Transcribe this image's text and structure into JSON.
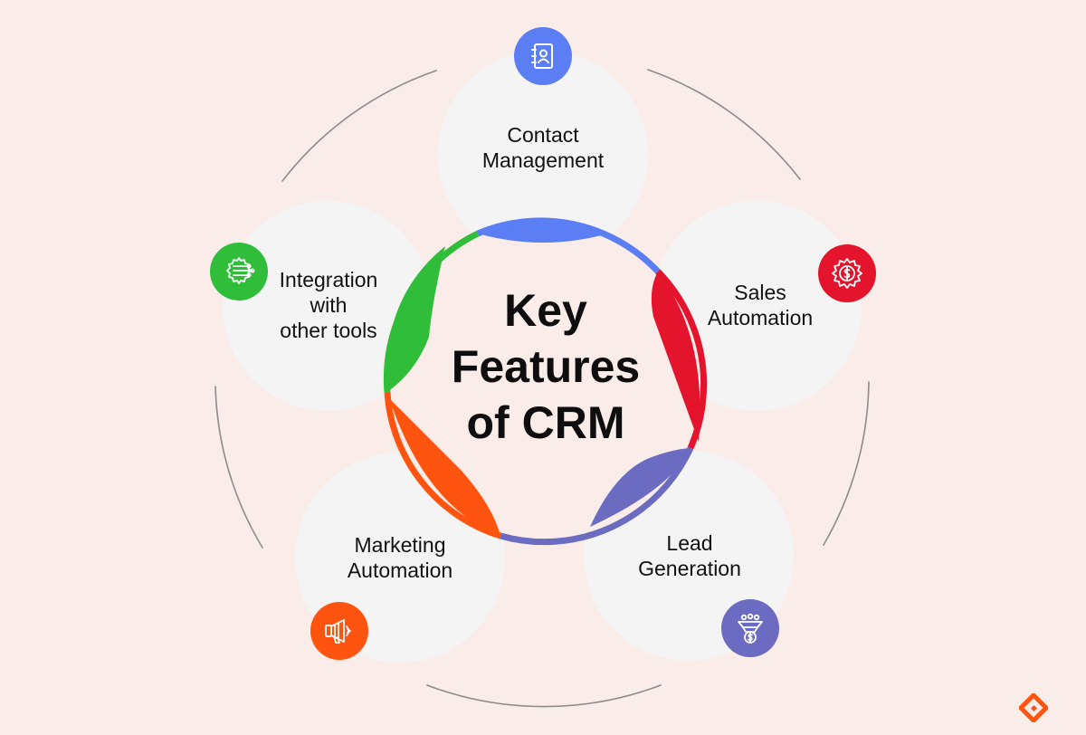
{
  "title": {
    "lines": [
      "Key",
      "Features",
      "of CRM"
    ]
  },
  "features": [
    {
      "lines": [
        "Contact",
        "Management"
      ],
      "icon": "contact-book-icon",
      "color": "#5b7ef5"
    },
    {
      "lines": [
        "Sales",
        "Automation"
      ],
      "icon": "dollar-gear-icon",
      "color": "#e3142c"
    },
    {
      "lines": [
        "Lead",
        "Generation"
      ],
      "icon": "sales-funnel-icon",
      "color": "#6b6cc1"
    },
    {
      "lines": [
        "Marketing",
        "Automation"
      ],
      "icon": "megaphone-icon",
      "color": "#ff5410"
    },
    {
      "lines": [
        "Integration",
        "with",
        "other tools"
      ],
      "icon": "integration-chip-icon",
      "color": "#2fbd3a"
    }
  ],
  "colors": {
    "background": "#faece9",
    "petal": "#f4f4f4",
    "outer_arc": "#8c8c8c",
    "logo": "#ff5410"
  },
  "logo": {
    "icon": "brand-logo-icon"
  }
}
